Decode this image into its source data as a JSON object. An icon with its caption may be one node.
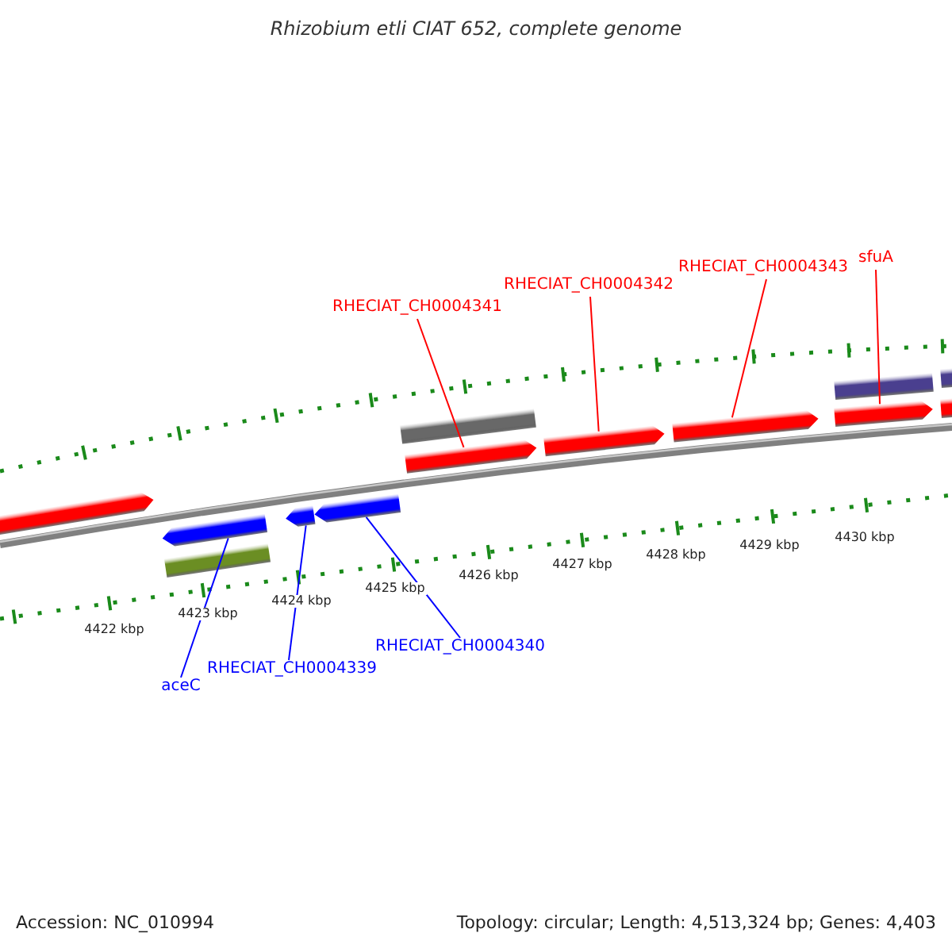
{
  "diagram": {
    "title": "Rhizobium etli CIAT 652, complete genome",
    "nodes": [
      {
        "text": [
          "RHECIAT_CH0004341"
        ]
      },
      {
        "text": [
          "RHECIAT_CH0004342"
        ]
      },
      {
        "text": [
          "RHECIAT_CH0004343"
        ]
      },
      {
        "text": [
          "sfuA"
        ]
      },
      {
        "text": [
          "aceC"
        ]
      },
      {
        "text": [
          "RHECIAT_CH0004339"
        ]
      },
      {
        "text": [
          "RHECIAT_CH0004340"
        ]
      },
      {
        "text": [],
        "shape": "bar"
      },
      {
        "text": [],
        "shape": "bar"
      },
      {
        "text": [],
        "shape": "bar"
      },
      {
        "text": [],
        "shape": "bar"
      },
      {
        "text": [],
        "shape": "bar"
      },
      {
        "text": [],
        "shape": "bar"
      },
      {
        "text": [],
        "shape": "bar"
      }
    ],
    "edges": [
      {
        "from": 0,
        "to": 7,
        "arrow": "none"
      },
      {
        "from": 1,
        "to": 8,
        "arrow": "none"
      },
      {
        "from": 2,
        "to": 9,
        "arrow": "none"
      },
      {
        "from": 3,
        "to": 10,
        "arrow": "none"
      },
      {
        "from": 4,
        "to": 11,
        "arrow": "none",
        "color": "#0000ff"
      },
      {
        "from": 5,
        "to": 12,
        "arrow": "none",
        "color": "#0000ff"
      },
      {
        "from": 6,
        "to": 13,
        "arrow": "none",
        "color": "#0000ff"
      }
    ],
    "labels": [
      "4422 kbp",
      "4423 kbp",
      "4424 kbp",
      "4425 kbp",
      "4426 kbp",
      "4427 kbp",
      "4428 kbp",
      "4429 kbp",
      "4430 kbp",
      "Accession: NC_010994",
      "Topology: circular; Length: 4,513,324 bp; Genes: 4,403"
    ]
  }
}
